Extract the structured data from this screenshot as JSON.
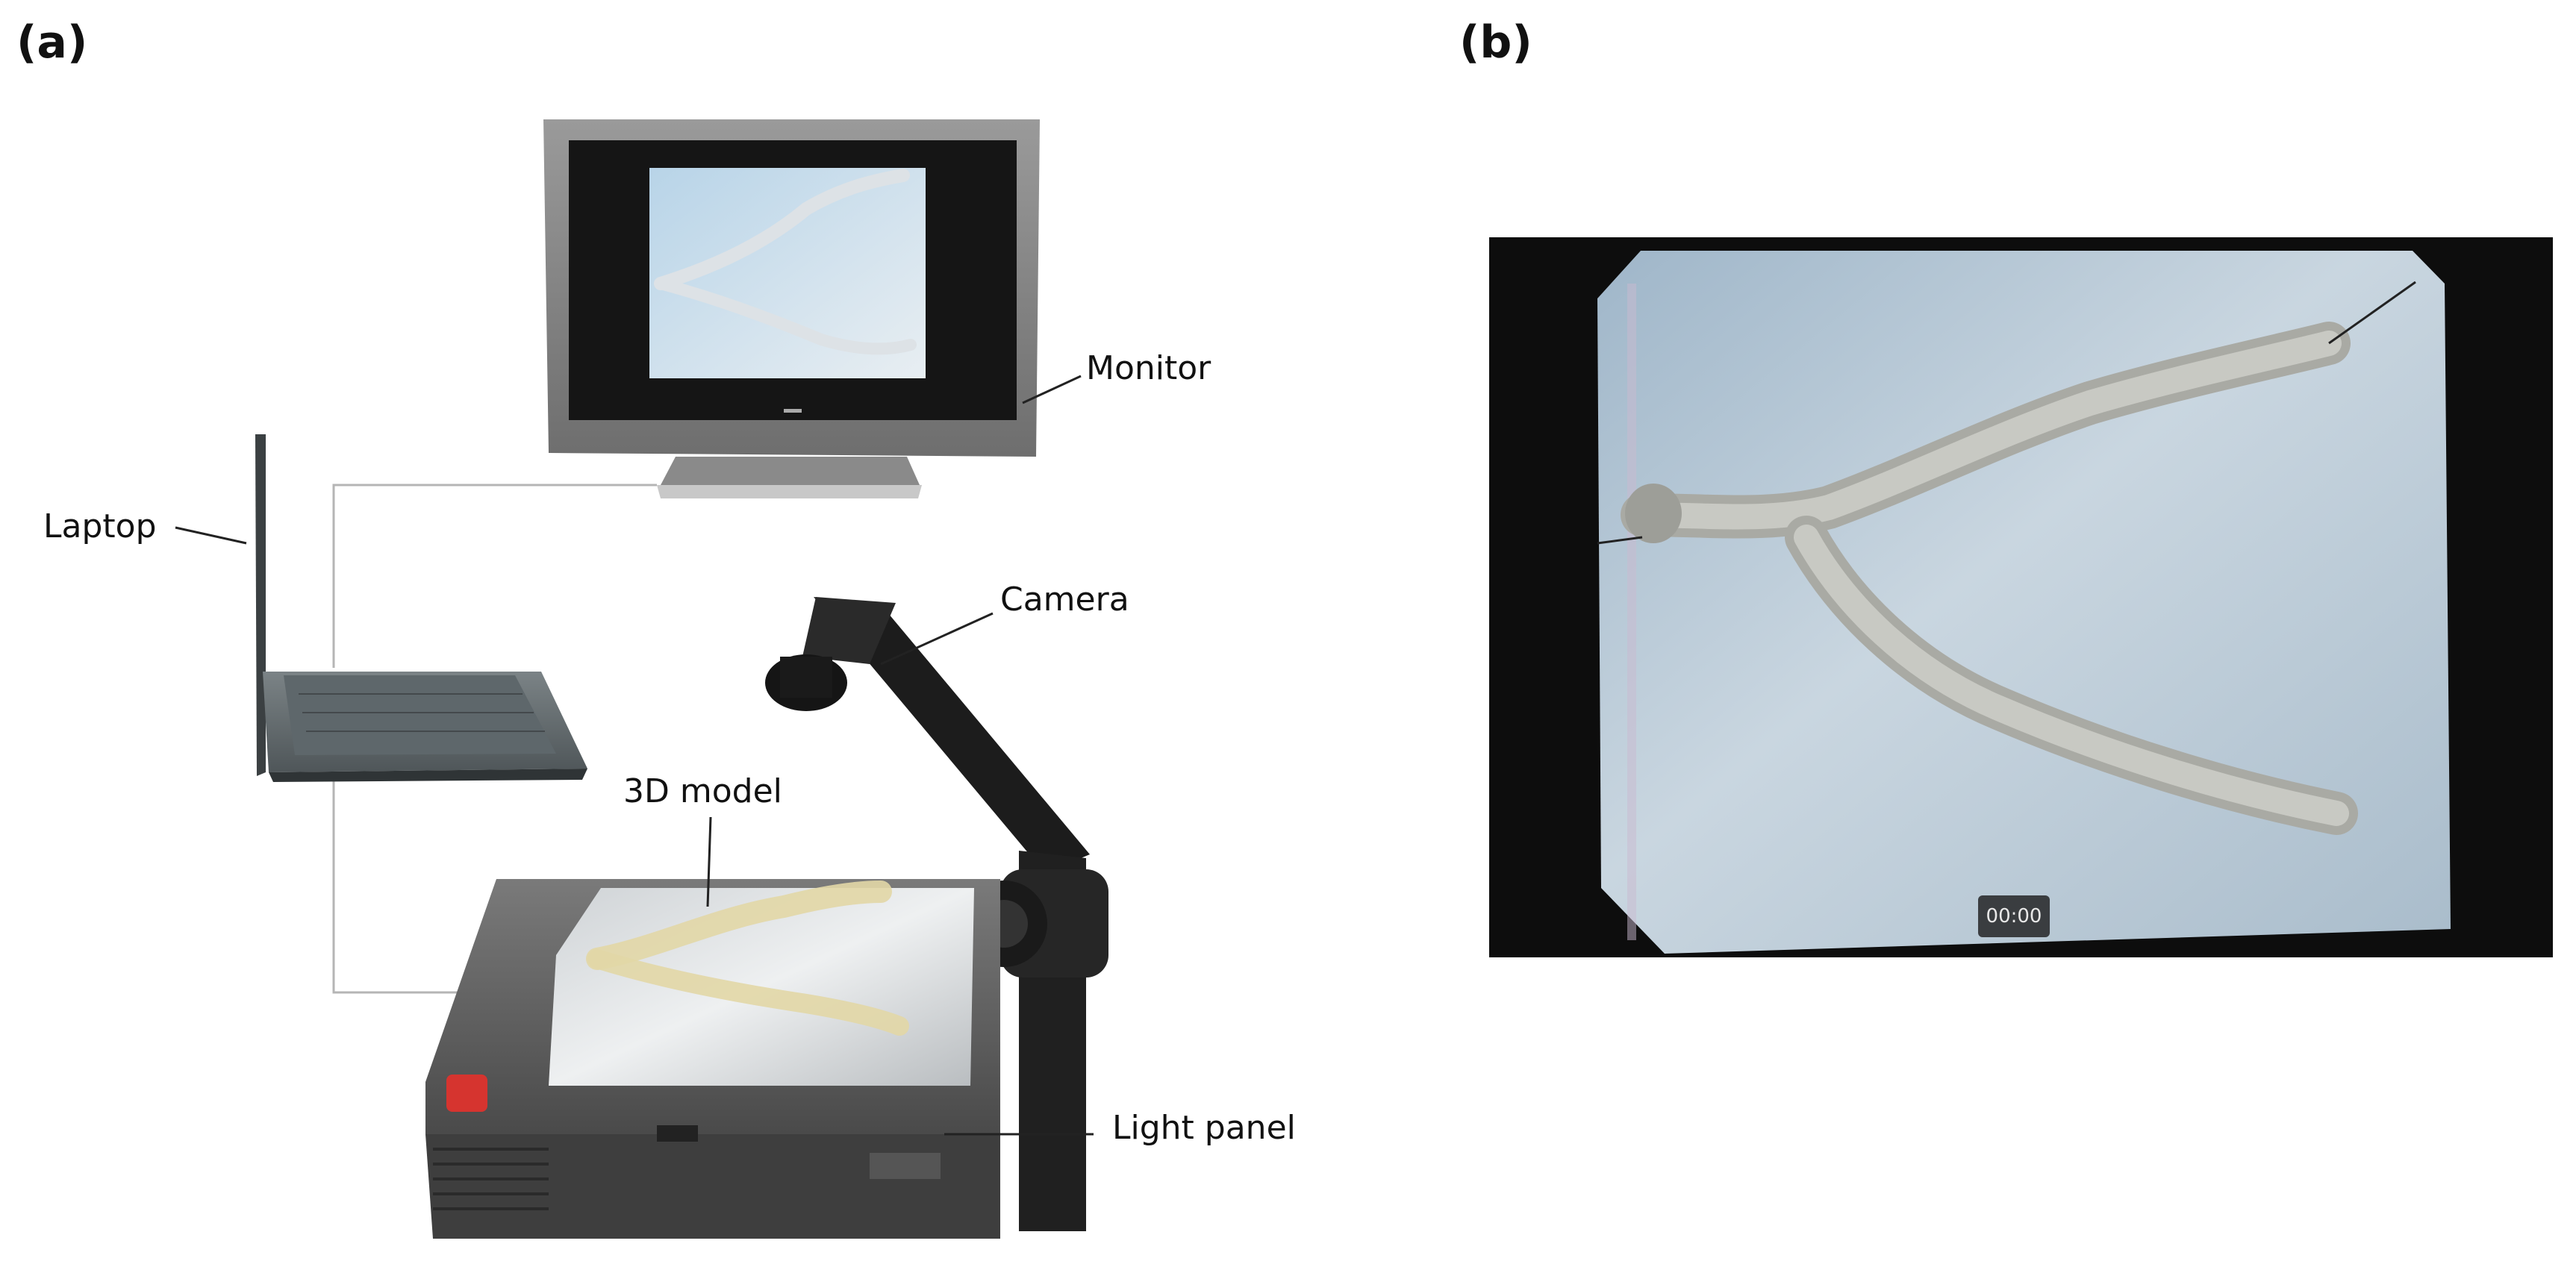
{
  "figure": {
    "panel_a": {
      "letter": "(a)",
      "labels": {
        "monitor": "Monitor",
        "laptop": "Laptop",
        "camera": "Camera",
        "model": "3D model",
        "light_panel": "Light panel"
      }
    },
    "panel_b": {
      "letter": "(b)",
      "timestamp": "00:00"
    }
  }
}
